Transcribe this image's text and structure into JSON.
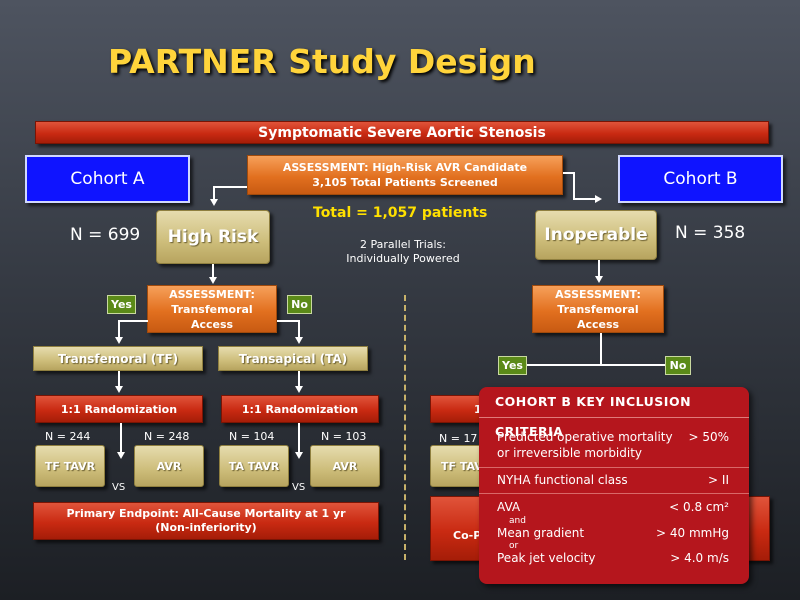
{
  "title": "PARTNER Study Design",
  "top_bar": "Symptomatic Severe Aortic Stenosis",
  "assessment_main": {
    "line1": "ASSESSMENT: High-Risk AVR Candidate",
    "line2": "3,105 Total Patients Screened"
  },
  "total": "Total = 1,057 patients",
  "parallel": {
    "line1": "2 Parallel Trials:",
    "line2": "Individually Powered"
  },
  "cohort_a": {
    "label": "Cohort A",
    "n": "N = 699",
    "risk": "High Risk",
    "assessment": {
      "line1": "ASSESSMENT:",
      "line2": "Transfemoral",
      "line3": "Access"
    },
    "yes": "Yes",
    "no": "No",
    "tf": "Transfemoral (TF)",
    "ta": "Transapical (TA)",
    "rand1": "1:1 Randomization",
    "rand2": "1:1 Randomization",
    "n_tf_tavr": "N = 244",
    "n_tf_avr": "N = 248",
    "n_ta_tavr": "N = 104",
    "n_ta_avr": "N = 103",
    "tf_tavr": "TF TAVR",
    "avr1": "AVR",
    "ta_tavr": "TA TAVR",
    "avr2": "AVR",
    "vs1": "VS",
    "vs2": "VS",
    "endpoint": {
      "line1": "Primary Endpoint: All-Cause Mortality at 1 yr",
      "line2": "(Non-inferiority)"
    }
  },
  "cohort_b": {
    "label": "Cohort B",
    "n": "N = 358",
    "risk": "Inoperable",
    "assessment": {
      "line1": "ASSESSMENT:",
      "line2": "Transfemoral",
      "line3": "Access"
    },
    "yes": "Yes",
    "no": "No",
    "rand_partial": "1",
    "n_partial": "N = 17",
    "tf_tavr_partial": "TF TAV",
    "endpoint_partial": "Co-P"
  },
  "criteria": {
    "header": "COHORT B KEY INCLUSION CRITERIA",
    "rows": [
      {
        "label1": "Predicted operative mortality",
        "label2": "or irreversible morbidity",
        "value": "> 50%"
      },
      {
        "label1": "NYHA functional class",
        "value": "> II"
      },
      {
        "label1": "AVA",
        "value": "< 0.8 cm²"
      },
      {
        "conj1": "and",
        "label1": "Mean gradient",
        "value": "> 40 mmHg"
      },
      {
        "conj1": "or",
        "label1": "Peak jet velocity",
        "value": "> 4.0 m/s"
      }
    ]
  }
}
